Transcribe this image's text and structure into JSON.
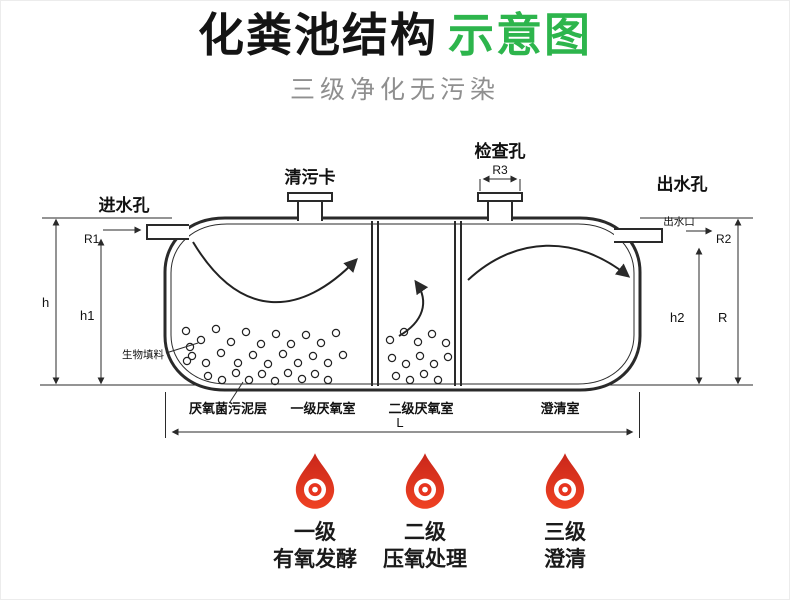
{
  "header": {
    "title_black": "化粪池结构",
    "title_green": "示意图",
    "subtitle": "三级净化无污染"
  },
  "diagram": {
    "labels": {
      "inlet": "进水孔",
      "clean_port": "清污卡",
      "inspection": "检查孔",
      "outlet": "出水孔",
      "outlet_port": "出水口",
      "bio_filler": "生物填料",
      "sludge_layer": "厌氧菌污泥层",
      "chamber1": "一级厌氧室",
      "chamber2": "二级厌氧室",
      "chamber3": "澄清室"
    },
    "dims": {
      "r1": "R1",
      "r2": "R2",
      "r3": "R3",
      "h": "h",
      "h1": "h1",
      "h2": "h2",
      "r": "R",
      "l": "L"
    }
  },
  "stages": [
    {
      "name": "一级",
      "desc": "有氧发酵"
    },
    {
      "name": "二级",
      "desc": "压氧处理"
    },
    {
      "name": "三级",
      "desc": "澄清"
    }
  ],
  "colors": {
    "accent_green": "#2db54c",
    "drop_red": "#e6341f",
    "line": "#2a2a2a"
  }
}
